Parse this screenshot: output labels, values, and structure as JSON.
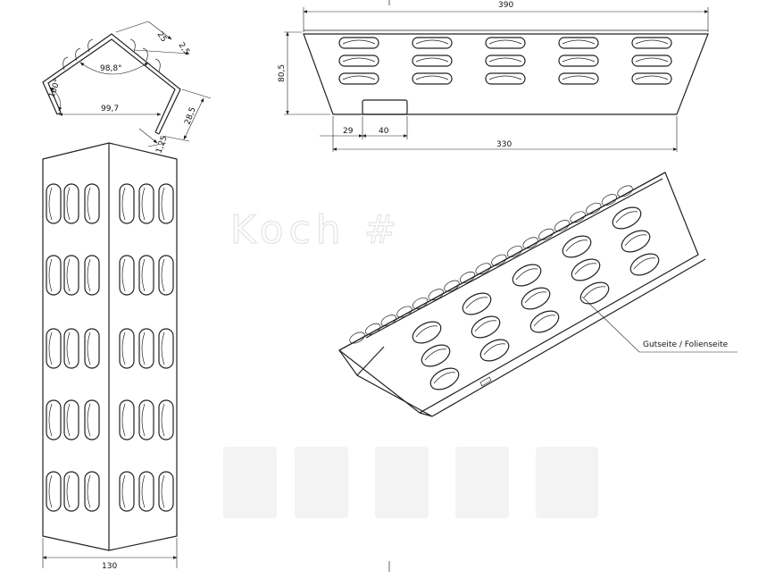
{
  "cross_section": {
    "angle_top": "98,8°",
    "angle_left": "100°",
    "width_inner": "99,7",
    "dim_25": "25",
    "dim_2_5": "2,5",
    "dim_28_5": "28,5",
    "dim_1_25": "1,25"
  },
  "side_view": {
    "total_length": "390",
    "height": "80,5",
    "offset": "29",
    "tab_width": "40",
    "bottom_length": "330"
  },
  "front_view": {
    "width": "130"
  },
  "iso_view": {
    "callout": "Gutseite / Folienseite"
  },
  "watermark": {
    "text": "Koch #"
  }
}
